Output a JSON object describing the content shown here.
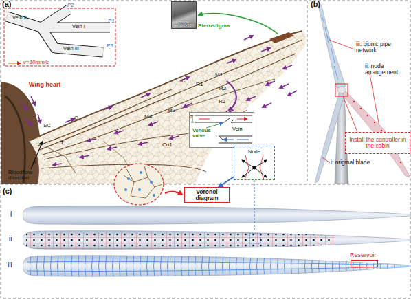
{
  "diagram": {
    "nodes": [
      {
        "text": [
          "Hollow section(×500)"
        ]
      },
      {
        "text": [
          "Venous valve",
          "Vein"
        ]
      },
      {
        "text": [
          "Install the controller in the cabin"
        ]
      },
      {
        "text": [
          "Voronoi diagram"
        ]
      },
      {
        "text": [
          "Node"
        ]
      },
      {
        "text": [
          "i"
        ]
      },
      {
        "text": [
          "ii"
        ]
      },
      {
        "text": [
          "iii"
        ]
      },
      {
        "text": [
          "Reservoir"
        ],
        "in": 7
      }
    ],
    "edges": [
      {
        "from": 4,
        "to": 3,
        "arrow": "to"
      },
      {
        "from": 4,
        "to": 6,
        "arrow": "none"
      }
    ],
    "labels": [
      "(a)",
      "Vein II",
      "Vein I",
      "Vein III",
      "P2",
      "P1",
      "P3",
      "v=10mm/s",
      "Pterostigma",
      "Wing heart",
      "C",
      "R1",
      "M1",
      "M2",
      "R2",
      "SC",
      "C",
      "M4",
      "M3",
      "T",
      "Cu1",
      "A",
      "Bloodflow direction",
      "d",
      "(b)",
      "iii: bionic pipe network",
      "ii: node arrangement",
      "i: original blade",
      "(c)"
    ]
  }
}
